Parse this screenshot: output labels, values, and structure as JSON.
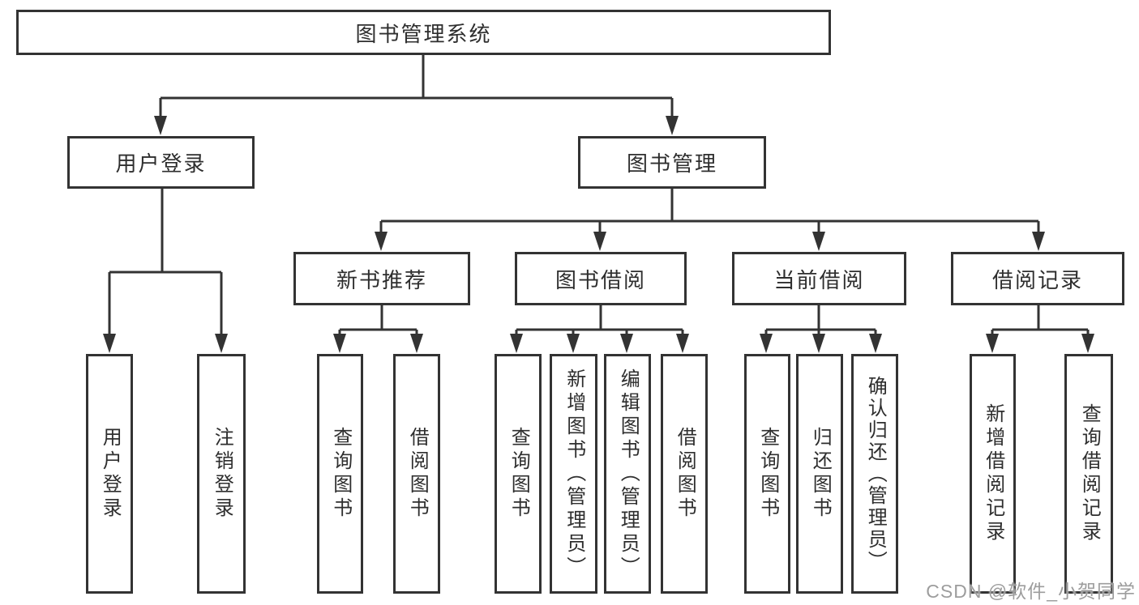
{
  "diagram": {
    "root": {
      "label": "图书管理系统"
    },
    "children": [
      {
        "label": "用户登录",
        "children": [
          {
            "label": "用户登录"
          },
          {
            "label": "注销登录"
          }
        ]
      },
      {
        "label": "图书管理",
        "children": [
          {
            "label": "新书推荐",
            "children": [
              {
                "label": "查询图书"
              },
              {
                "label": "借阅图书"
              }
            ]
          },
          {
            "label": "图书借阅",
            "children": [
              {
                "label": "查询图书"
              },
              {
                "label": "新增图书（管理员）"
              },
              {
                "label": "编辑图书（管理员）"
              },
              {
                "label": "借阅图书"
              }
            ]
          },
          {
            "label": "当前借阅",
            "children": [
              {
                "label": "查询图书"
              },
              {
                "label": "归还图书"
              },
              {
                "label": "确认归还（管理员）"
              }
            ]
          },
          {
            "label": "借阅记录",
            "children": [
              {
                "label": "新增借阅记录"
              },
              {
                "label": "查询借阅记录"
              }
            ]
          }
        ]
      }
    ]
  },
  "watermark": {
    "text": "CSDN @软件_小贺同学",
    "color": "#9d9d9d"
  },
  "colors": {
    "line": "#333333",
    "box_border": "#333333",
    "text": "#2e2e2e",
    "background": "#ffffff"
  }
}
